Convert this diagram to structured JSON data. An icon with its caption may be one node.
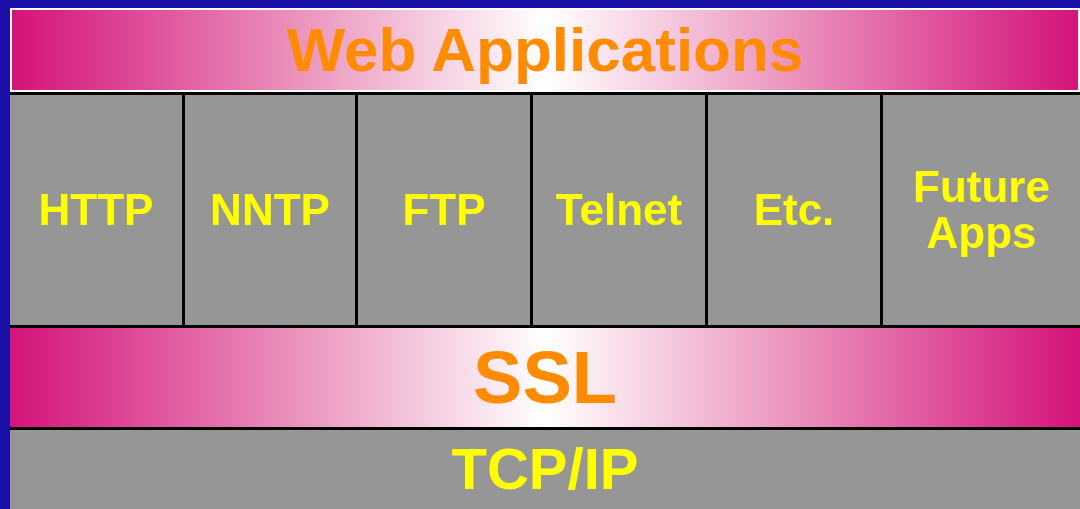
{
  "diagram": {
    "nodes": [
      {
        "text": [
          "Web Applications"
        ]
      },
      {
        "text": [
          "HTTP"
        ]
      },
      {
        "text": [
          "NNTP"
        ]
      },
      {
        "text": [
          "FTP"
        ]
      },
      {
        "text": [
          "Telnet"
        ]
      },
      {
        "text": [
          "Etc."
        ]
      },
      {
        "text": [
          "Future Apps"
        ]
      },
      {
        "text": [
          "SSL"
        ]
      },
      {
        "text": [
          "TCP/IP"
        ]
      }
    ]
  }
}
